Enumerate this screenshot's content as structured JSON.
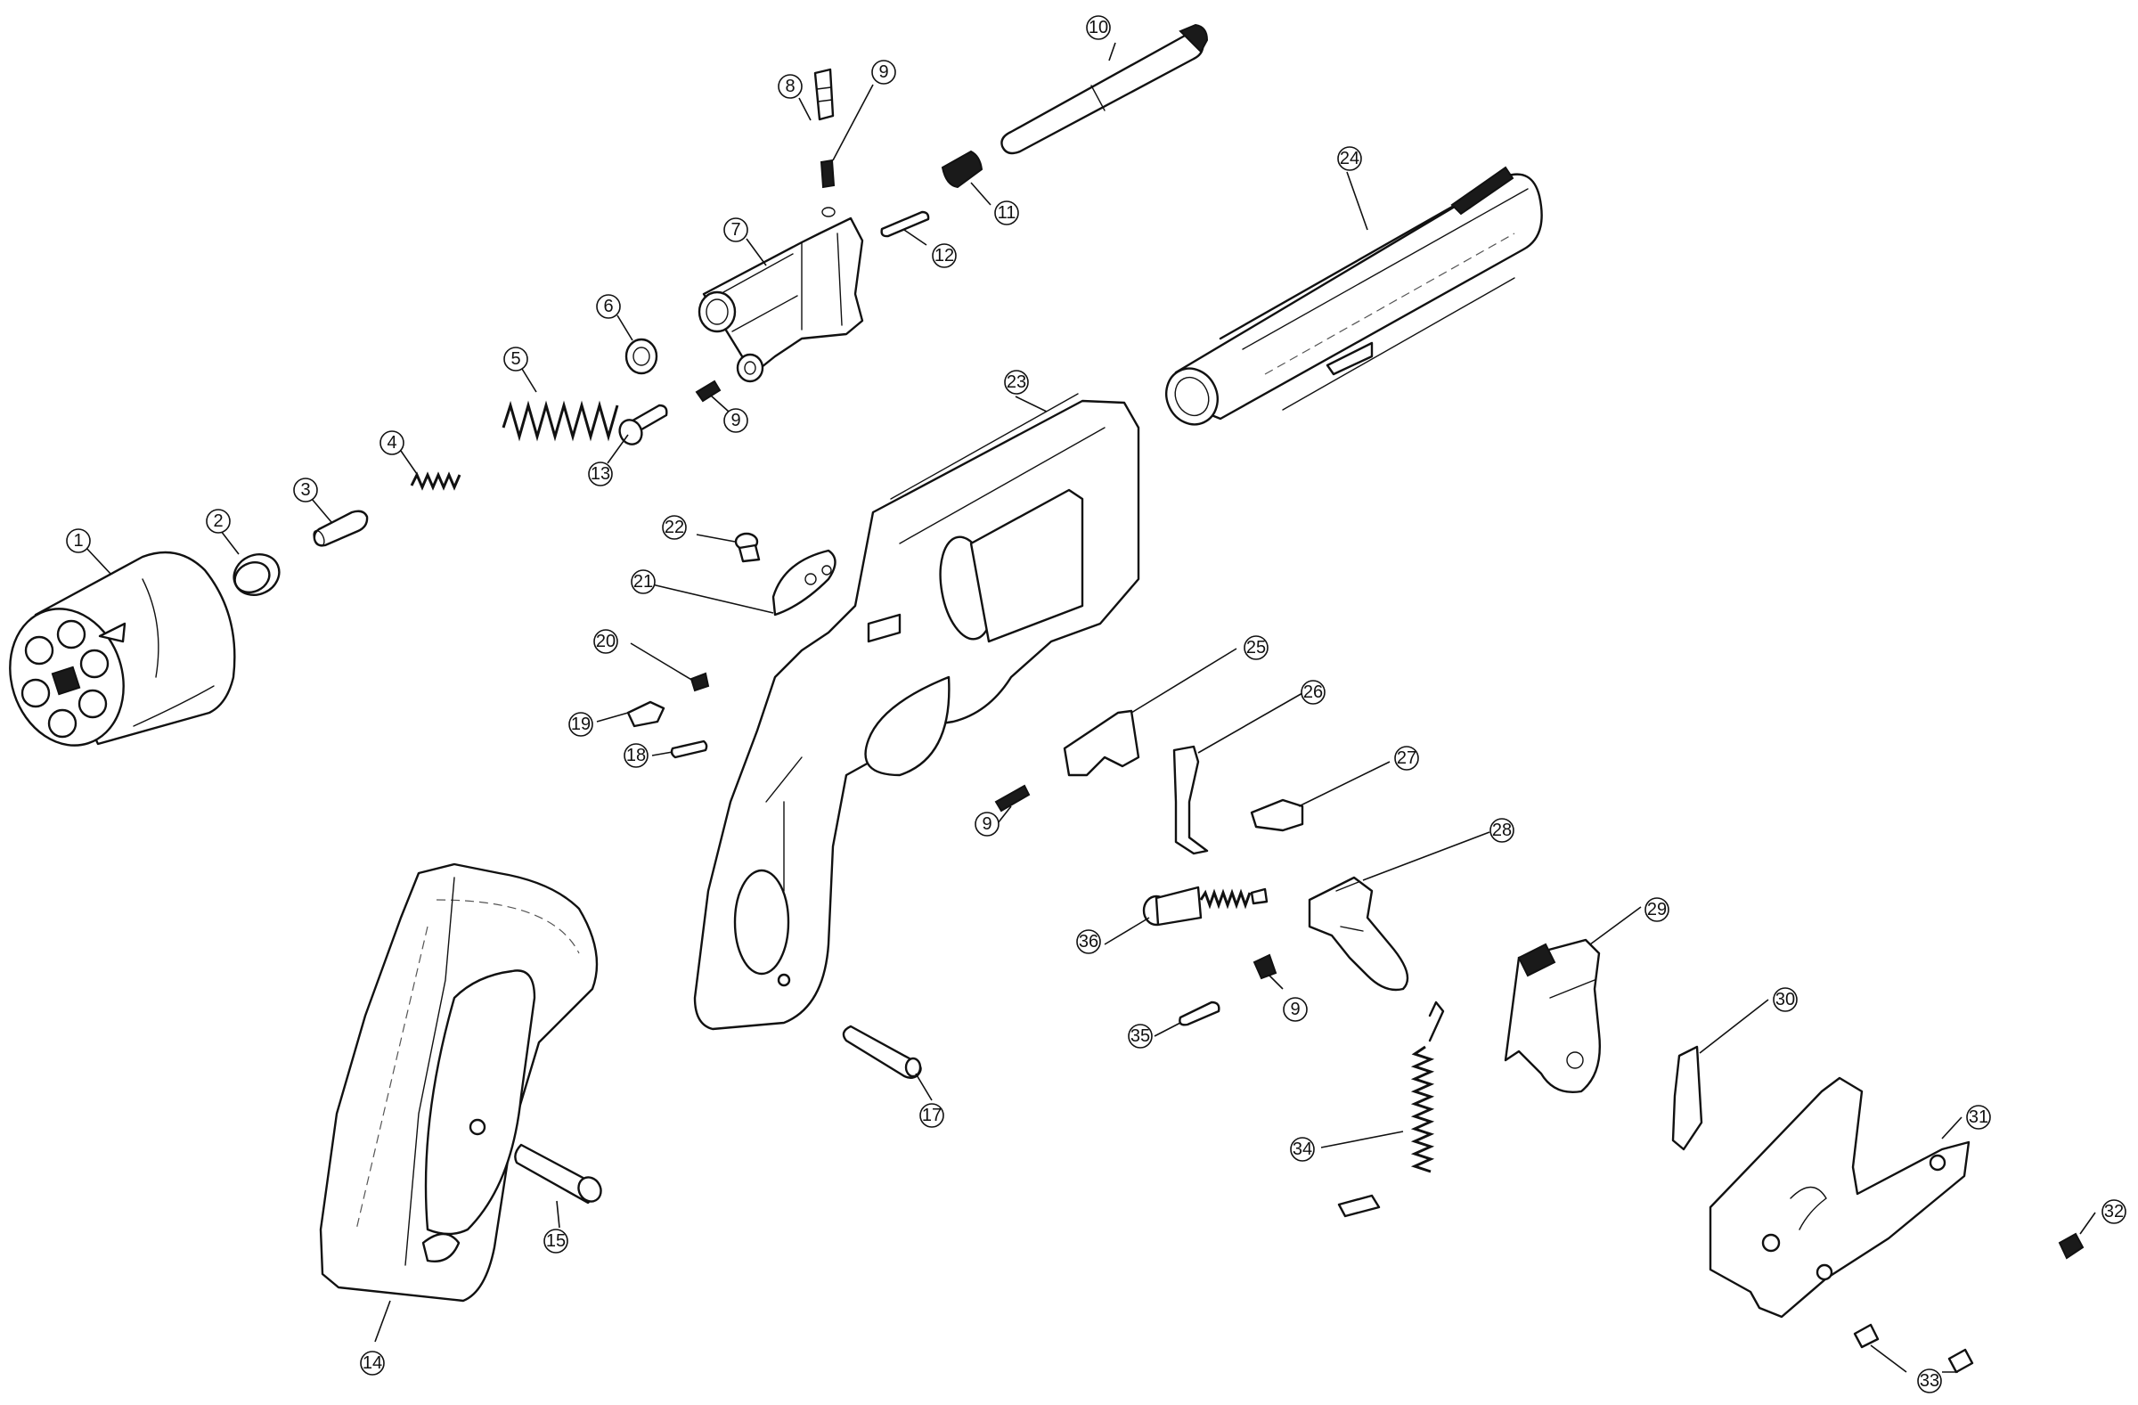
{
  "callouts": [
    {
      "id": "c1",
      "label": "1"
    },
    {
      "id": "c2",
      "label": "2"
    },
    {
      "id": "c3",
      "label": "3"
    },
    {
      "id": "c4",
      "label": "4"
    },
    {
      "id": "c5",
      "label": "5"
    },
    {
      "id": "c6",
      "label": "6"
    },
    {
      "id": "c7",
      "label": "7"
    },
    {
      "id": "c8",
      "label": "8"
    },
    {
      "id": "c9a",
      "label": "9"
    },
    {
      "id": "c9b",
      "label": "9"
    },
    {
      "id": "c9c",
      "label": "9"
    },
    {
      "id": "c9d",
      "label": "9"
    },
    {
      "id": "c10",
      "label": "10"
    },
    {
      "id": "c11",
      "label": "11"
    },
    {
      "id": "c12",
      "label": "12"
    },
    {
      "id": "c13",
      "label": "13"
    },
    {
      "id": "c14",
      "label": "14"
    },
    {
      "id": "c15",
      "label": "15"
    },
    {
      "id": "c17",
      "label": "17"
    },
    {
      "id": "c18",
      "label": "18"
    },
    {
      "id": "c19",
      "label": "19"
    },
    {
      "id": "c20",
      "label": "20"
    },
    {
      "id": "c21",
      "label": "21"
    },
    {
      "id": "c22",
      "label": "22"
    },
    {
      "id": "c23",
      "label": "23"
    },
    {
      "id": "c24",
      "label": "24"
    },
    {
      "id": "c25",
      "label": "25"
    },
    {
      "id": "c26",
      "label": "26"
    },
    {
      "id": "c27",
      "label": "27"
    },
    {
      "id": "c28",
      "label": "28"
    },
    {
      "id": "c29",
      "label": "29"
    },
    {
      "id": "c30",
      "label": "30"
    },
    {
      "id": "c31",
      "label": "31"
    },
    {
      "id": "c32",
      "label": "32"
    },
    {
      "id": "c33",
      "label": "33"
    },
    {
      "id": "c34",
      "label": "34"
    },
    {
      "id": "c35",
      "label": "35"
    },
    {
      "id": "c36",
      "label": "36"
    }
  ]
}
